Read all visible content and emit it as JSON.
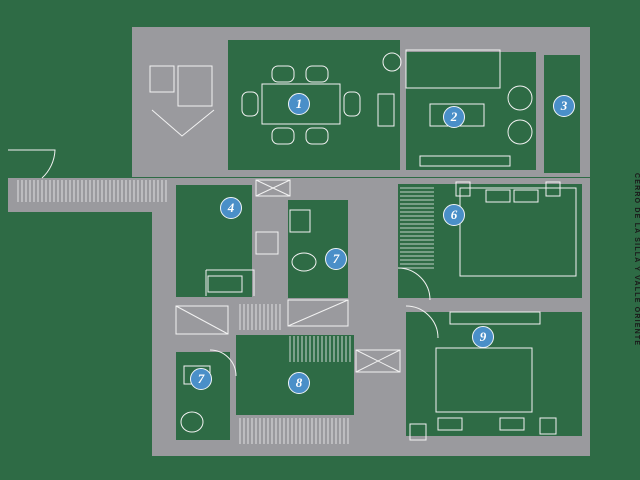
{
  "side_label": "CERRO DE LA SILLA Y VALLE ORIENTE",
  "colors": {
    "background": "#2e6b45",
    "wall": "#9a9a9e",
    "line": "#f2f2f2",
    "marker": "#4a8fc8"
  },
  "rooms": [
    {
      "id": "m1",
      "label": "1"
    },
    {
      "id": "m2",
      "label": "2"
    },
    {
      "id": "m3",
      "label": "3"
    },
    {
      "id": "m4",
      "label": "4"
    },
    {
      "id": "m6",
      "label": "6"
    },
    {
      "id": "m7a",
      "label": "7"
    },
    {
      "id": "m7b",
      "label": "7"
    },
    {
      "id": "m8",
      "label": "8"
    },
    {
      "id": "m9",
      "label": "9"
    }
  ]
}
